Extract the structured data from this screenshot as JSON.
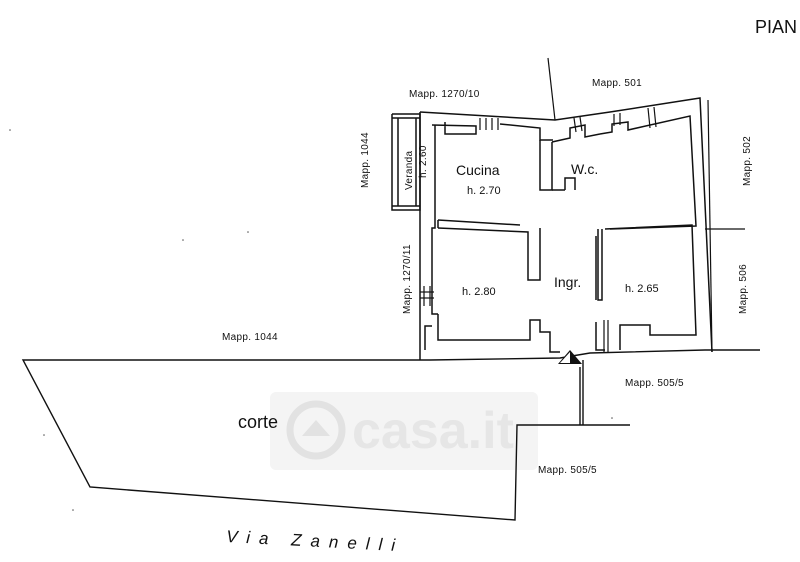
{
  "title": "PIAN",
  "rooms": {
    "cucina": "Cucina",
    "cucina_height": "h. 2.70",
    "wc": "W.c.",
    "veranda": "Veranda",
    "veranda_height": "h. 2.60",
    "left_room_height": "h. 2.80",
    "right_room_height": "h. 2.65",
    "ingresso": "Ingr."
  },
  "parcels": {
    "top_left": "Mapp.  1270/10",
    "top_right": "Mapp.  501",
    "left_vertical": "Mapp.  1044",
    "left_mid_vertical": "Mapp.  1270/11",
    "right_top_vertical": "Mapp.  502",
    "right_mid_vertical": "Mapp.  506",
    "left_horizontal": "Mapp.  1044",
    "right_lower": "Mapp.    505/5",
    "bottom_right": "Mapp.    505/5"
  },
  "courtyard": "corte",
  "street": "Via  Zanelli",
  "watermark": "casa.it"
}
